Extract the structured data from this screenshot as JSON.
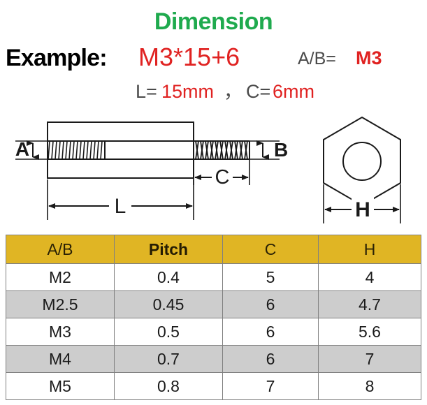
{
  "title": "Dimension",
  "example": {
    "label": "Example:",
    "code": "M3*15+6",
    "ab_eq": "A/B=",
    "ab_value": "M3",
    "l_eq": "L=",
    "l_value": "15mm",
    "comma": "，",
    "c_eq": "C=",
    "c_value": "6mm"
  },
  "diagram": {
    "standoff_labels": {
      "a": "A",
      "b": "B",
      "c": "C",
      "l": "L"
    },
    "hex_labels": {
      "h": "H"
    }
  },
  "table": {
    "headers": [
      "A/B",
      "Pitch",
      "C",
      "H"
    ],
    "rows": [
      [
        "M2",
        "0.4",
        "5",
        "4"
      ],
      [
        "M2.5",
        "0.45",
        "6",
        "4.7"
      ],
      [
        "M3",
        "0.5",
        "6",
        "5.6"
      ],
      [
        "M4",
        "0.7",
        "6",
        "7"
      ],
      [
        "M5",
        "0.8",
        "7",
        "8"
      ]
    ]
  },
  "colors": {
    "title_green": "#1faa4e",
    "accent_red": "#e02221",
    "header_yellow": "#e0b524",
    "alt_row_gray": "#cdcdcd",
    "line_black": "#1a1a1a",
    "label_gray": "#4a4a4a"
  }
}
